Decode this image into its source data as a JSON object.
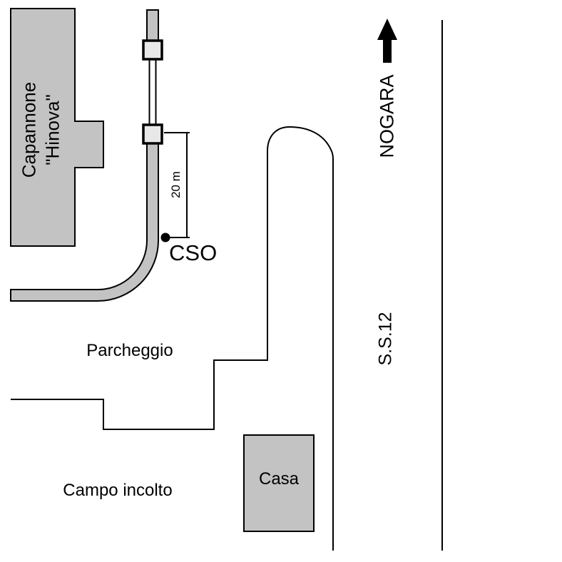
{
  "map": {
    "building_label_line1": "Capannone",
    "building_label_line2": "\"Hinova\"",
    "parking_label": "Parcheggio",
    "field_label": "Campo incolto",
    "house_label": "Casa",
    "point_label": "CSO",
    "distance_label": "20 m",
    "direction_label": "NOGARA",
    "road_label": "S.S.12"
  },
  "colors": {
    "fill_gray": "#c3c3c3",
    "line": "#000000",
    "background": "#ffffff"
  }
}
